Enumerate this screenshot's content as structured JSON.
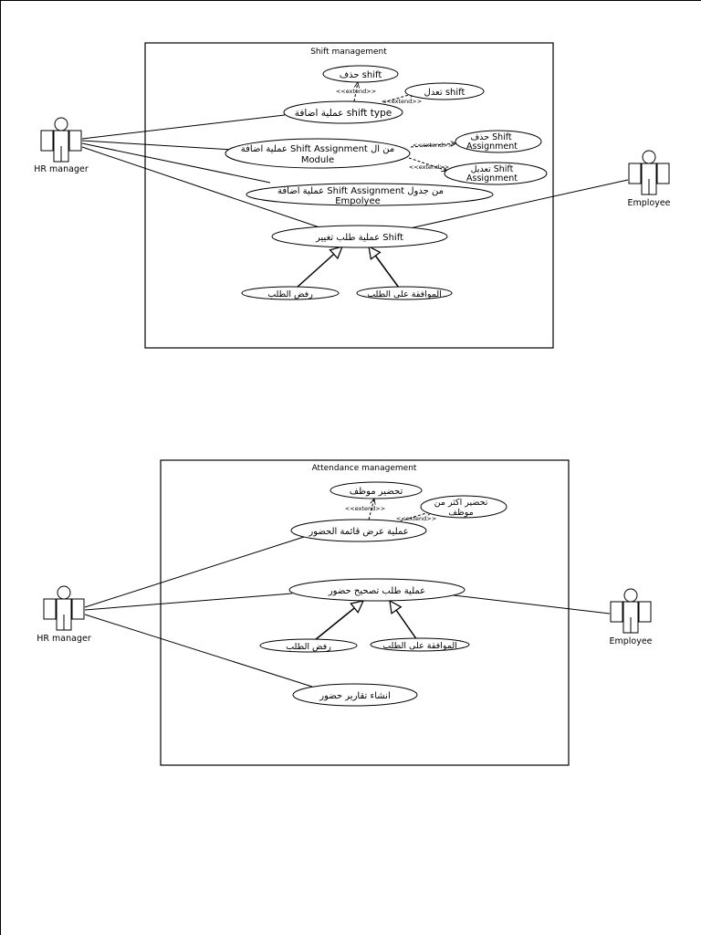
{
  "diagram1": {
    "title": "Shift management",
    "actor_left": "HR manager",
    "actor_right": "Employee",
    "usecases": {
      "delete_shift": "حذف shift",
      "edit_shift": "تعدل shift",
      "add_shift_type": "عملية اضافة shift type",
      "add_assignment_line1": "عملية اضافة Shift Assignment من ال",
      "add_assignment_line2": "Module",
      "delete_assignment_line1": "حذف Shift",
      "delete_assignment_line2": "Assignment",
      "edit_assignment_line1": "تعديل Shift",
      "edit_assignment_line2": "Assignment",
      "add_employee_line1": "عملية اضافة Shift Assignment من جدول",
      "add_employee_line2": "Empolyee",
      "change_request": "عملية طلب تغيير Shift",
      "reject": "رفض الطلب",
      "approve": "الموافقة على الطلب"
    },
    "extend_label": "<<extend>>"
  },
  "diagram2": {
    "title": "Attendance management",
    "actor_left": "HR manager",
    "actor_right": "Employee",
    "usecases": {
      "mark_employee": "تحضير موظف",
      "mark_multi_line1": "تحضير اكثر من",
      "mark_multi_line2": "موظف",
      "view_list": "عملية عرض قائمة الحضور",
      "correction_request": "عملية طلب تصحيح حضور",
      "reject": "رفض الطلب",
      "approve": "الموافقة على الطلب",
      "reports": "انشاء تقارير حضور"
    },
    "extend_label": "<<extend>>"
  }
}
